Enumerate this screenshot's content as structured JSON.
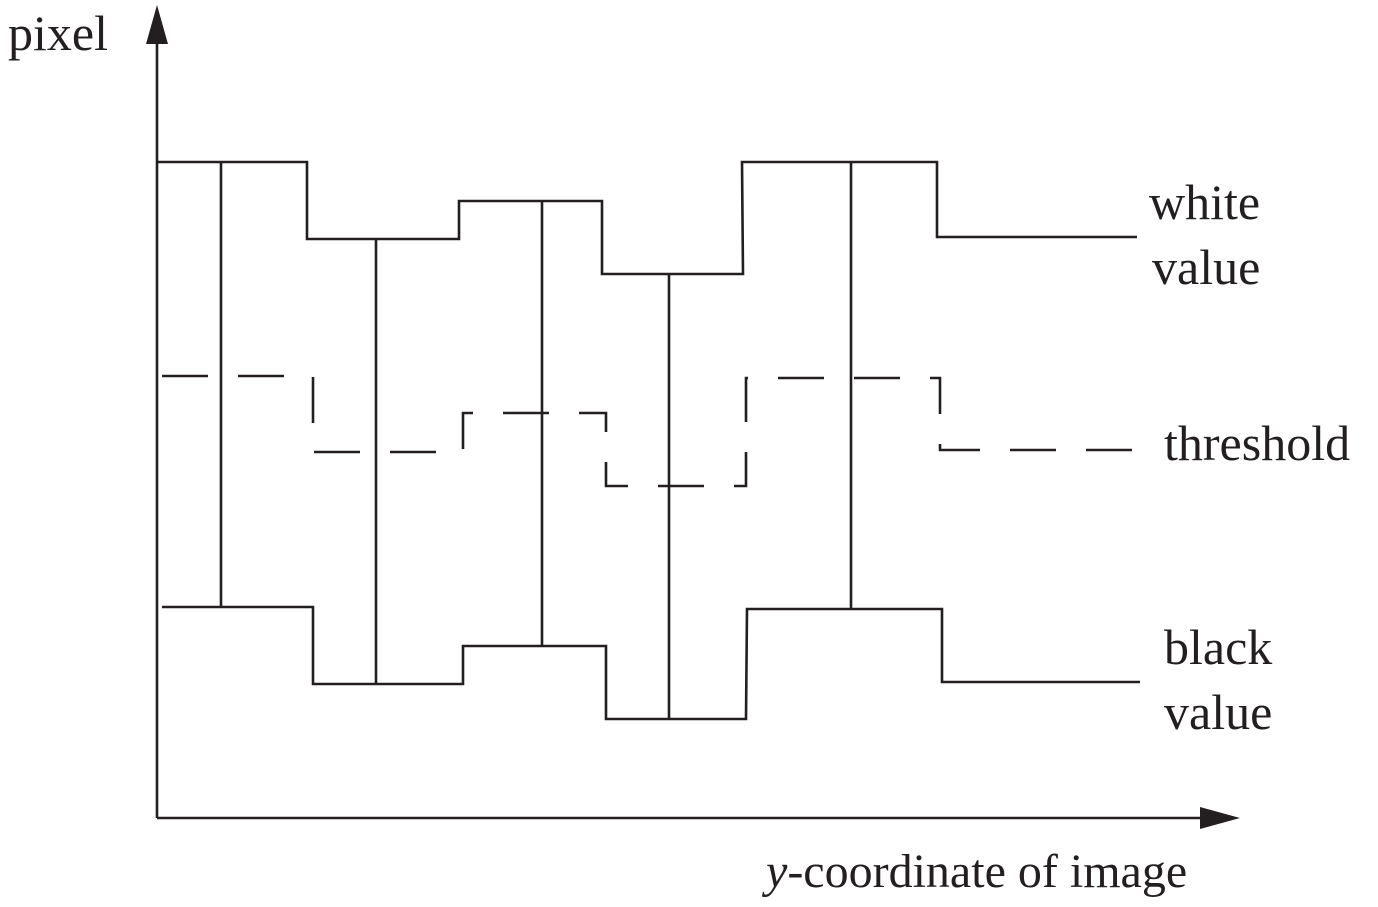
{
  "diagram": {
    "y_axis_label": "pixel",
    "x_axis_label_italic": "y",
    "x_axis_label_rest": "-coordinate of image",
    "white_label_line1": "white",
    "white_label_line2": "value",
    "threshold_label": "threshold",
    "black_label_line1": "black",
    "black_label_line2": "value"
  }
}
